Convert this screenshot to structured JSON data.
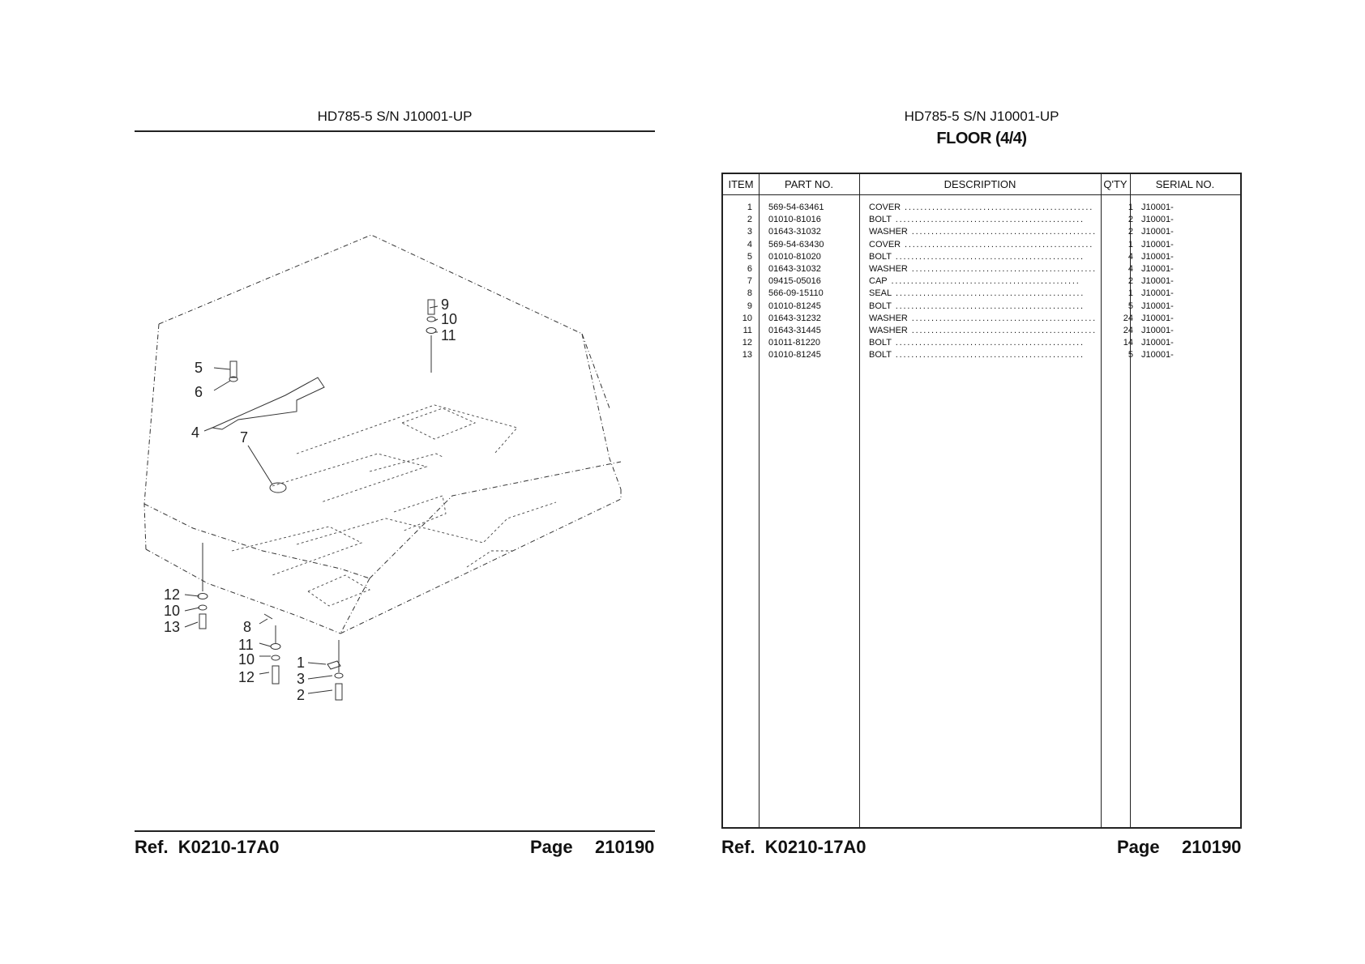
{
  "left_page": {
    "model": "HD785-5 S/N J10001-UP",
    "callouts": [
      "1",
      "2",
      "3",
      "4",
      "5",
      "6",
      "7",
      "8",
      "9",
      "10",
      "11",
      "12",
      "10",
      "13",
      "11",
      "10",
      "12"
    ]
  },
  "right_page": {
    "model": "HD785-5 S/N J10001-UP",
    "title": "FLOOR (4/4)"
  },
  "table": {
    "headers": {
      "item": "ITEM",
      "part": "PART NO.",
      "desc": "DESCRIPTION",
      "qty": "Q'TY",
      "serial": "SERIAL NO."
    },
    "rows": [
      {
        "item": "1",
        "part": "569-54-63461",
        "desc": "COVER",
        "qty": "1",
        "serial": "J10001-"
      },
      {
        "item": "2",
        "part": "01010-81016",
        "desc": "BOLT",
        "qty": "2",
        "serial": "J10001-"
      },
      {
        "item": "3",
        "part": "01643-31032",
        "desc": "WASHER",
        "qty": "2",
        "serial": "J10001-"
      },
      {
        "item": "4",
        "part": "569-54-63430",
        "desc": "COVER",
        "qty": "1",
        "serial": "J10001-"
      },
      {
        "item": "5",
        "part": "01010-81020",
        "desc": "BOLT",
        "qty": "4",
        "serial": "J10001-"
      },
      {
        "item": "6",
        "part": "01643-31032",
        "desc": "WASHER",
        "qty": "4",
        "serial": "J10001-"
      },
      {
        "item": "7",
        "part": "09415-05016",
        "desc": "CAP",
        "qty": "2",
        "serial": "J10001-"
      },
      {
        "item": "8",
        "part": "566-09-15110",
        "desc": "SEAL",
        "qty": "1",
        "serial": "J10001-"
      },
      {
        "item": "9",
        "part": "01010-81245",
        "desc": "BOLT",
        "qty": "5",
        "serial": "J10001-"
      },
      {
        "item": "10",
        "part": "01643-31232",
        "desc": "WASHER",
        "qty": "24",
        "serial": "J10001-"
      },
      {
        "item": "11",
        "part": "01643-31445",
        "desc": "WASHER",
        "qty": "24",
        "serial": "J10001-"
      },
      {
        "item": "12",
        "part": "01011-81220",
        "desc": "BOLT",
        "qty": "14",
        "serial": "J10001-"
      },
      {
        "item": "13",
        "part": "01010-81245",
        "desc": "BOLT",
        "qty": "5",
        "serial": "J10001-"
      }
    ]
  },
  "footer": {
    "ref_label": "Ref.",
    "ref_code": "K0210-17A0",
    "page_label": "Page",
    "page_number": "210190"
  }
}
